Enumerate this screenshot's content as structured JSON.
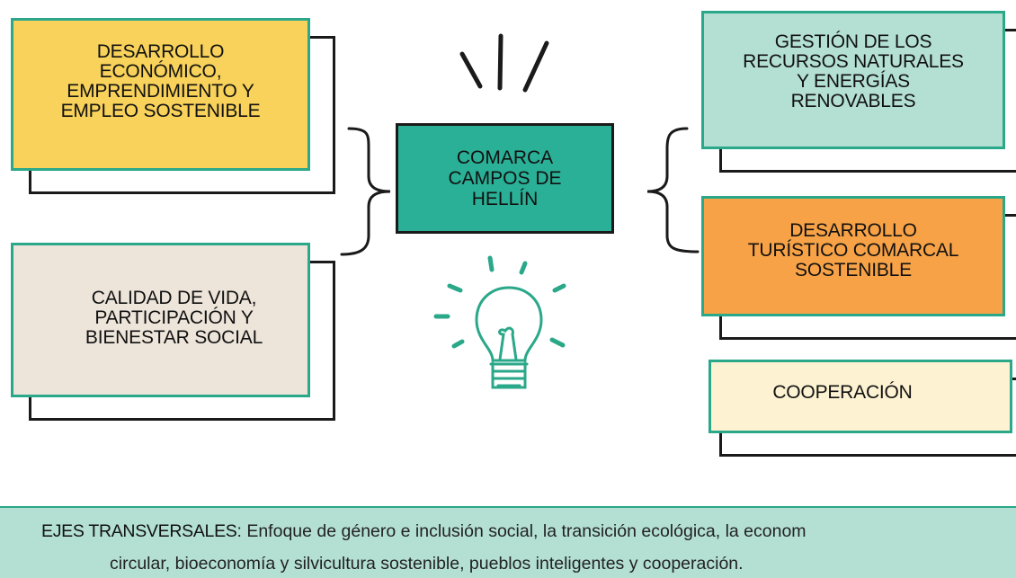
{
  "center": {
    "label": "COMARCA\nCAMPOS DE\nHELLÍN"
  },
  "left_cards": [
    {
      "label": "DESARROLLO\nECONÓMICO,\nEMPRENDIMIENTO Y\nEMPLEO SOSTENIBLE",
      "color": "#f8d25a"
    },
    {
      "label": "CALIDAD DE VIDA,\nPARTICIPACIÓN Y\nBIENESTAR SOCIAL",
      "color": "#ede4da"
    }
  ],
  "right_cards": [
    {
      "label": "GESTIÓN DE LOS\nRECURSOS NATURALES\nY ENERGÍAS\nRENOVABLES",
      "color": "#b4e0d3"
    },
    {
      "label": "DESARROLLO\nTURÍSTICO COMARCAL\nSOSTENIBLE",
      "color": "#f7a246"
    },
    {
      "label": "COOPERACIÓN",
      "color": "#fdf3d3"
    }
  ],
  "transversal": {
    "lead": "EJES TRANSVERSALES",
    "line1": ": Enfoque de género e inclusión social, la transición ecológica, la econom",
    "line2": "circular, bioeconomía y silvicultura sostenible, pueblos inteligentes y cooperación."
  },
  "icons": [
    "spark-lines-icon",
    "lightbulb-icon"
  ],
  "accent_color": "#2aa889"
}
